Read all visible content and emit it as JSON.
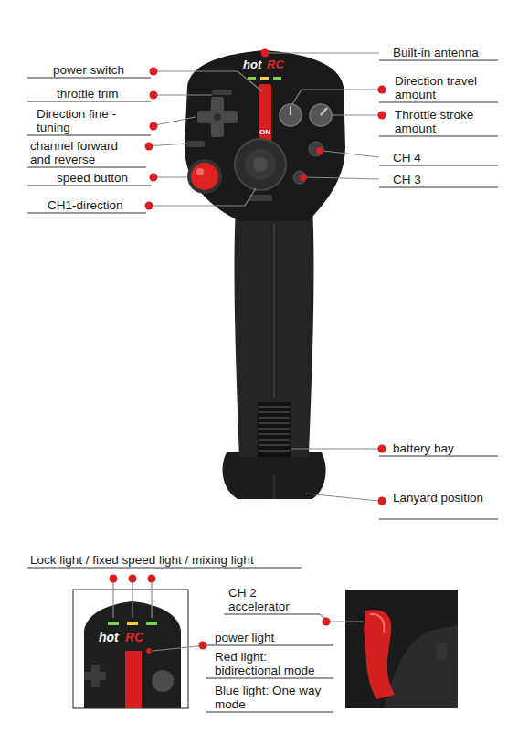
{
  "diagram": {
    "labels": [
      "Built-in antenna",
      "power switch",
      "throttle trim",
      "Direction travel amount",
      "Direction fine -tuning",
      "Throttle stroke amount",
      "channel forward and reverse",
      "CH 4",
      "speed button",
      "CH 3",
      "CH1-direction",
      "battery bay",
      "Lanyard position",
      "Lock light / fixed speed light / mixing light",
      "CH 2 accelerator",
      "power light",
      "Red light: bidirectional mode",
      "Blue light: One way mode",
      "hot",
      "RC",
      "ON",
      "hot",
      "RC"
    ]
  }
}
